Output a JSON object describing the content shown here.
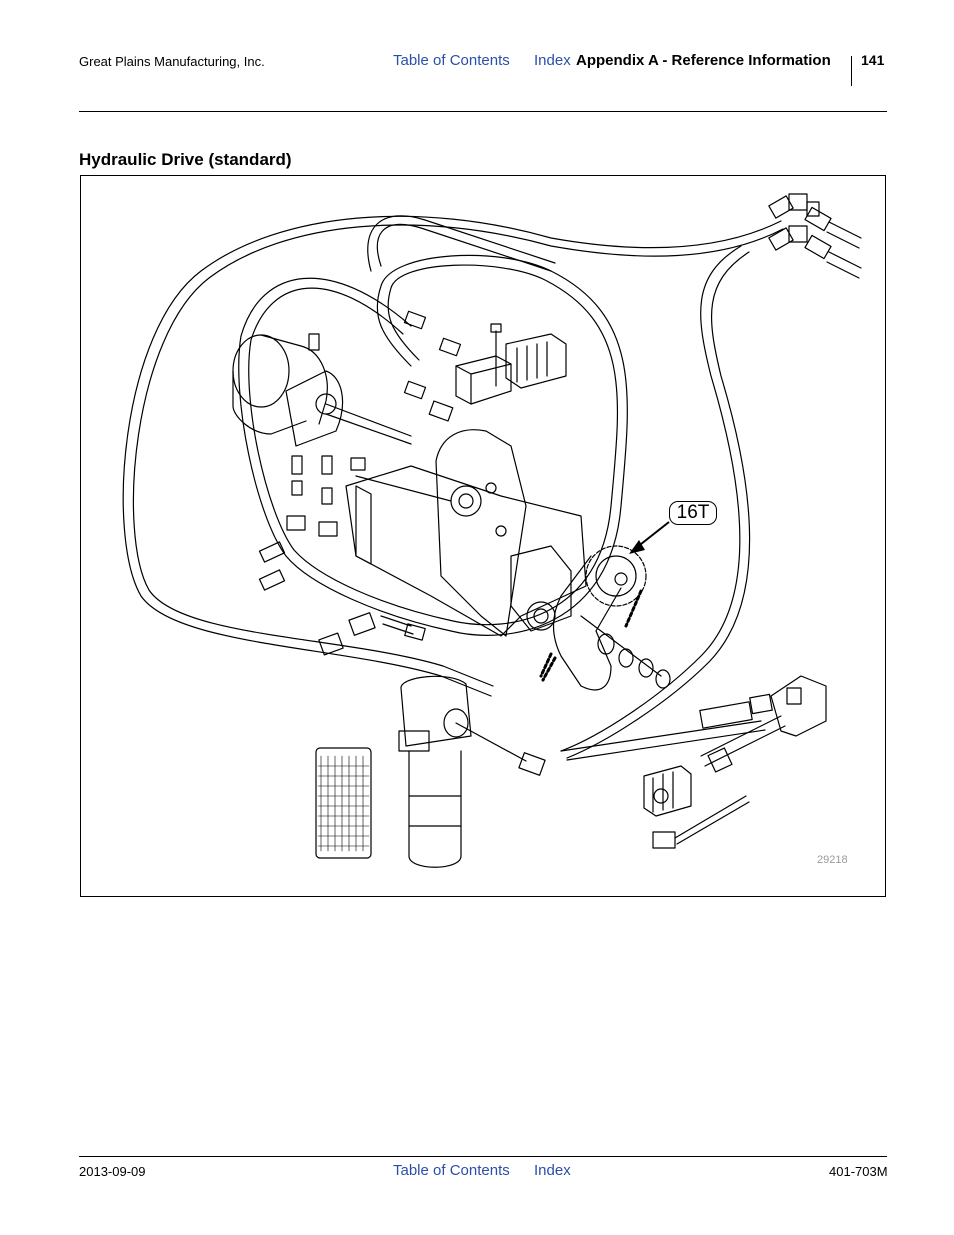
{
  "header": {
    "company": "Great Plains Manufacturing, Inc.",
    "toc_link": "Table of Contents",
    "index_link": "Index",
    "section": "Appendix A - Reference Information",
    "page_number": "141"
  },
  "content": {
    "heading": "Hydraulic Drive (standard)",
    "figure": {
      "callout": "16T",
      "figure_number": "29218"
    }
  },
  "footer": {
    "date": "2013-09-09",
    "toc_link": "Table of Contents",
    "index_link": "Index",
    "doc_number": "401-703M"
  }
}
